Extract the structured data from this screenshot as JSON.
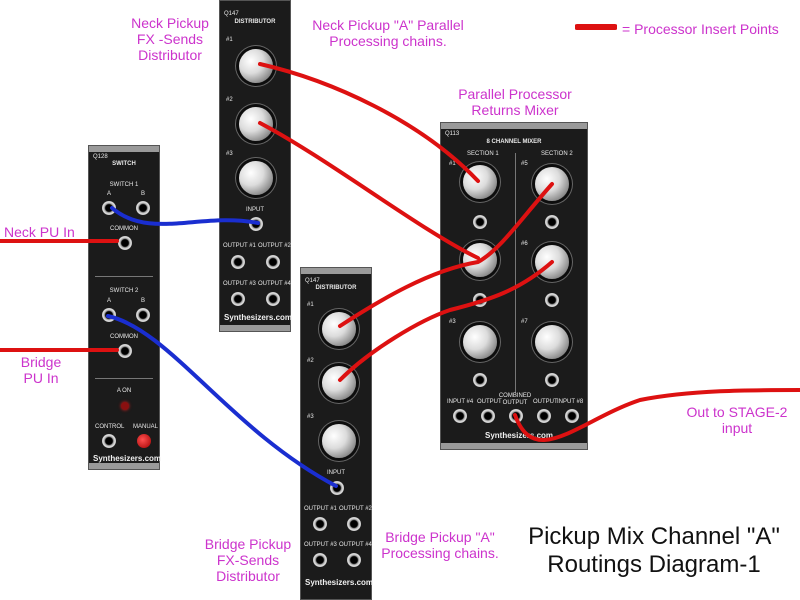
{
  "legend": {
    "text": "= Processor Insert Points",
    "color": "#dd1111"
  },
  "colors": {
    "red_cable": "#dd1111",
    "blue_cable": "#1a2ed0",
    "label": "#cc33cc"
  },
  "labels": {
    "neck_fx_sends": [
      "Neck Pickup",
      "FX -Sends",
      "Distributor"
    ],
    "neck_parallel": [
      "Neck Pickup \"A\" Parallel",
      "Processing chains."
    ],
    "parallel_returns": [
      "Parallel Processor",
      "Returns Mixer"
    ],
    "neck_pu_in": "Neck PU In",
    "bridge_pu_in": [
      "Bridge",
      "PU In"
    ],
    "out_stage2": [
      "Out to STAGE-2",
      "input"
    ],
    "bridge_fx_sends": [
      "Bridge Pickup",
      "FX-Sends",
      "Distributor"
    ],
    "bridge_processing": [
      "Bridge Pickup \"A\"",
      "Processing chains."
    ]
  },
  "title": [
    "Pickup Mix Channel \"A\"",
    "Routings Diagram-1"
  ],
  "modules": {
    "distributor_top": {
      "id": "Q147",
      "name": "DISTRIBUTOR",
      "brand": "Synthesizers.com",
      "knob_labels": [
        "#1",
        "#2",
        "#3"
      ],
      "input_label": "INPUT",
      "outputs": [
        "OUTPUT #1",
        "OUTPUT #2",
        "OUTPUT #3",
        "OUTPUT #4"
      ]
    },
    "switch": {
      "id": "Q128",
      "name": "SWITCH",
      "brand": "Synthesizers.com",
      "switch1": "SWITCH 1",
      "switch2": "SWITCH 2",
      "a": "A",
      "b": "B",
      "common": "COMMON",
      "a_on": "A ON",
      "control": "CONTROL",
      "manual": "MANUAL"
    },
    "distributor_bottom": {
      "id": "Q147",
      "name": "DISTRIBUTOR",
      "brand": "Synthesizers.com",
      "knob_labels": [
        "#1",
        "#2",
        "#3"
      ],
      "input_label": "INPUT",
      "outputs": [
        "OUTPUT #1",
        "OUTPUT #2",
        "OUTPUT #3",
        "OUTPUT #4"
      ]
    },
    "mixer": {
      "id": "Q113",
      "name": "8 CHANNEL MIXER",
      "brand": "Synthesizers.com",
      "section1": "SECTION 1",
      "section2": "SECTION 2",
      "knob_labels_left": [
        "#1",
        "#2",
        "#3"
      ],
      "knob_labels_right": [
        "#5",
        "#6",
        "#7"
      ],
      "bottom": [
        "INPUT #4",
        "OUTPUT",
        "COMBINED OUTPUT",
        "OUTPUT",
        "INPUT #8"
      ]
    }
  }
}
